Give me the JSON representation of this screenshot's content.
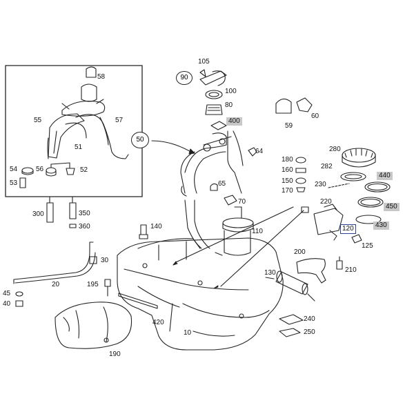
{
  "labels": {
    "l105": "105",
    "l90": "90",
    "l100": "100",
    "l80": "80",
    "l400": "400",
    "l59": "59",
    "l60": "60",
    "l58": "58",
    "l55": "55",
    "l57": "57",
    "l51": "51",
    "l54": "54",
    "l56": "56",
    "l52": "52",
    "l53": "53",
    "l300": "300",
    "l350": "350",
    "l360": "360",
    "l50": "50",
    "l64": "64",
    "l65": "65",
    "l70": "70",
    "l140": "140",
    "l110": "110",
    "l280": "280",
    "l180": "180",
    "l160": "160",
    "l150": "150",
    "l170": "170",
    "l282": "282",
    "l440": "440",
    "l230": "230",
    "l450": "450",
    "l220": "220",
    "l120": "120",
    "l430": "430",
    "l125": "125",
    "l200": "200",
    "l210": "210",
    "l130": "130",
    "l30": "30",
    "l20": "20",
    "l45": "45",
    "l40": "40",
    "l195": "195",
    "l420": "420",
    "l10": "10",
    "l240": "240",
    "l250": "250",
    "l190": "190"
  },
  "colors": {
    "highlight_box": "#c8c8c8",
    "selected_border": "#2a3f9a"
  }
}
